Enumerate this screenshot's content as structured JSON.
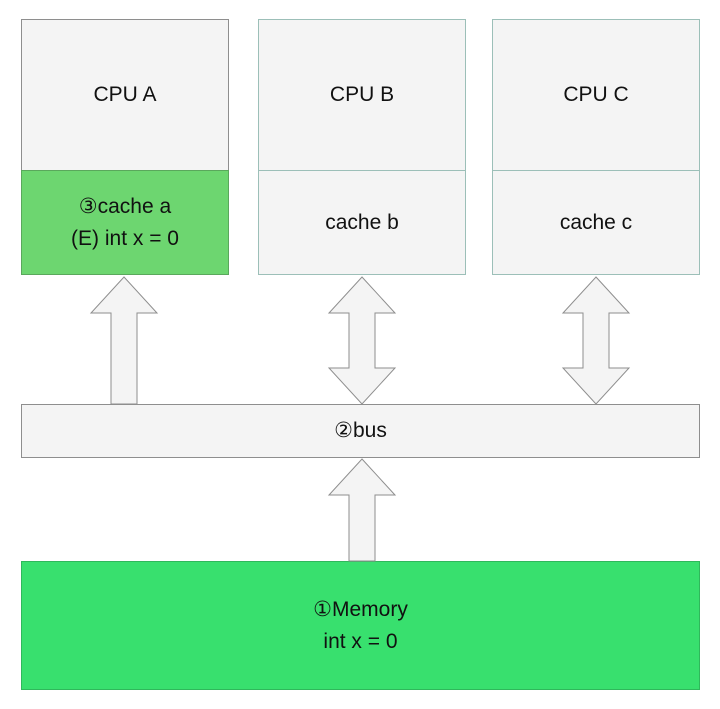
{
  "cpus": [
    {
      "label": "CPU A",
      "cache_line1": "③cache a",
      "cache_line2": "(E) int x = 0"
    },
    {
      "label": "CPU B",
      "cache_line1": "cache b"
    },
    {
      "label": "CPU C",
      "cache_line1": "cache c"
    }
  ],
  "bus": {
    "label": "②bus"
  },
  "memory": {
    "line1": "①Memory",
    "line2": "int x = 0"
  },
  "colors": {
    "cache_active": "#6dd670",
    "memory": "#38e06e",
    "box_fill": "#f4f4f4",
    "border": "#8e8e8e"
  },
  "arrows": [
    {
      "from": "bus",
      "to": "cache a",
      "direction": "up"
    },
    {
      "from": "bus",
      "to": "cache b",
      "direction": "both"
    },
    {
      "from": "bus",
      "to": "cache c",
      "direction": "both"
    },
    {
      "from": "memory",
      "to": "bus",
      "direction": "up"
    }
  ]
}
